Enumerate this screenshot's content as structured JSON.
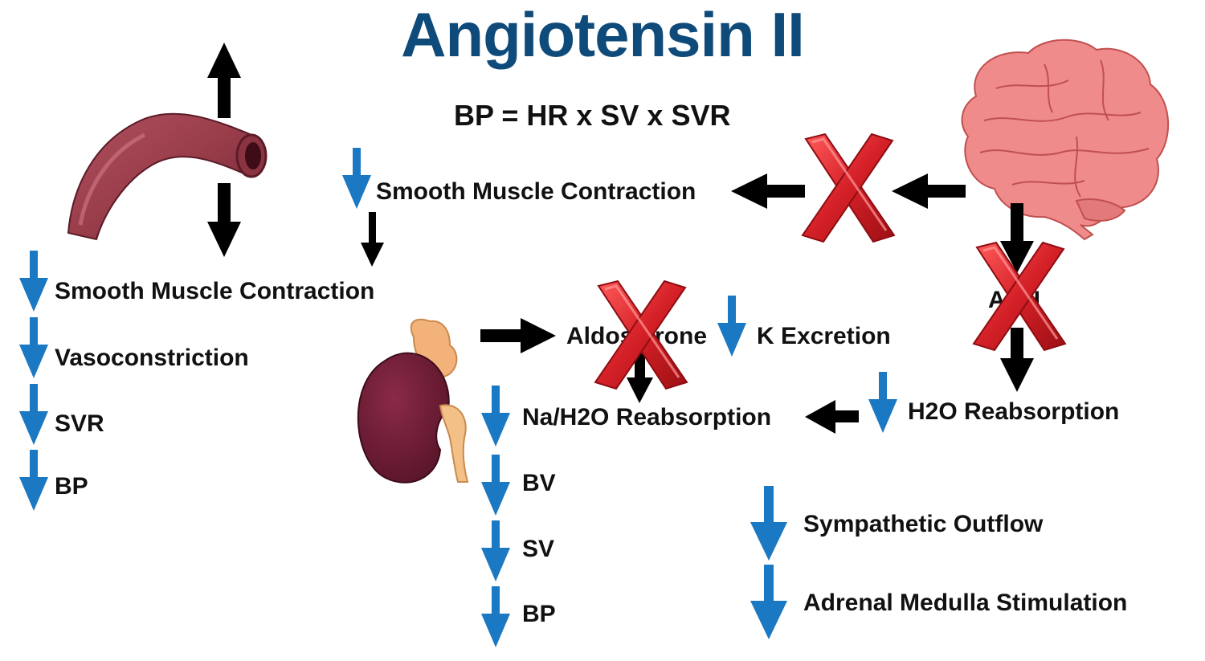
{
  "title": "Angiotensin II",
  "formula": "BP = HR x SV x SVR",
  "vessel_branch": {
    "top_text": "Smooth Muscle Contraction",
    "list": [
      "Smooth Muscle Contraction",
      "Vasoconstriction",
      "SVR",
      "BP"
    ]
  },
  "kidney_branch": {
    "aldosterone": "Aldosterone",
    "k_excretion": "K Excretion",
    "list": [
      "Na/H2O Reabsorption",
      "BV",
      "SV",
      "BP"
    ]
  },
  "brain_branch": {
    "adh_label": "ADH",
    "h2o_reabsorption": "H2O Reabsorption",
    "list": [
      "Sympathetic Outflow",
      "Adrenal Medulla Stimulation"
    ]
  },
  "colors": {
    "title": "#0e4a7a",
    "down_arrow": "#1b78c2",
    "cross": "#d42027"
  }
}
